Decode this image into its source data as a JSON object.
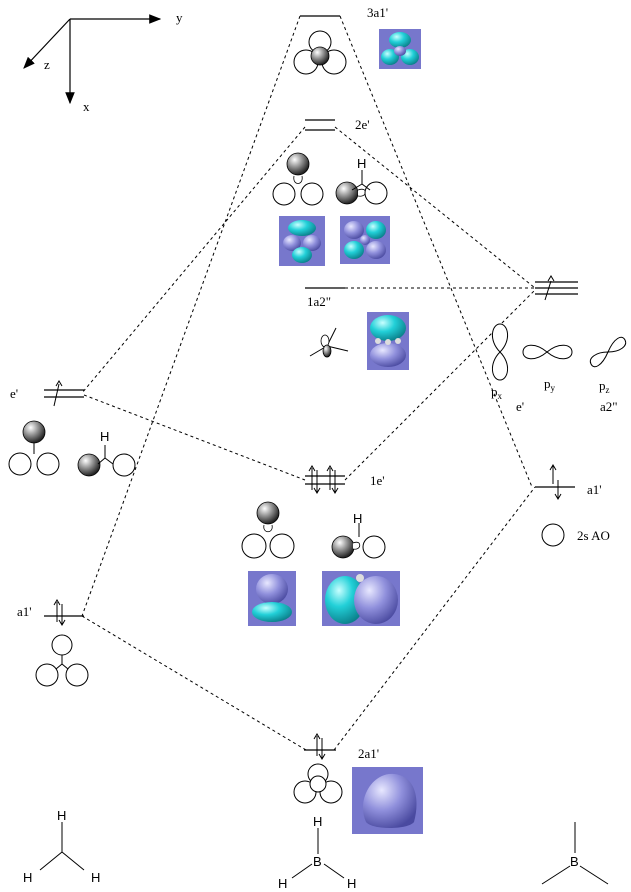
{
  "axes": {
    "y": "y",
    "z": "z",
    "x": "x"
  },
  "mo_levels": {
    "3a1p": "3a1'",
    "2ep": "2e'",
    "1a2pp": "1a2\"",
    "1ep": "1e'",
    "2a1p": "2a1'"
  },
  "h3_fragment": {
    "ep": "e'",
    "a1p": "a1'"
  },
  "boron_ao": {
    "p_labels": [
      "px",
      "py",
      "pz"
    ],
    "ep": "e'",
    "a2pp": "a2\"",
    "a1p": "a1'",
    "s_ao": "2s AO"
  },
  "atoms": {
    "H": "H",
    "B": "B"
  },
  "colors": {
    "lobe_cyan": "#1ec8cf",
    "lobe_lavender": "#8c8cd6",
    "panel_blue": "#7777cc"
  }
}
